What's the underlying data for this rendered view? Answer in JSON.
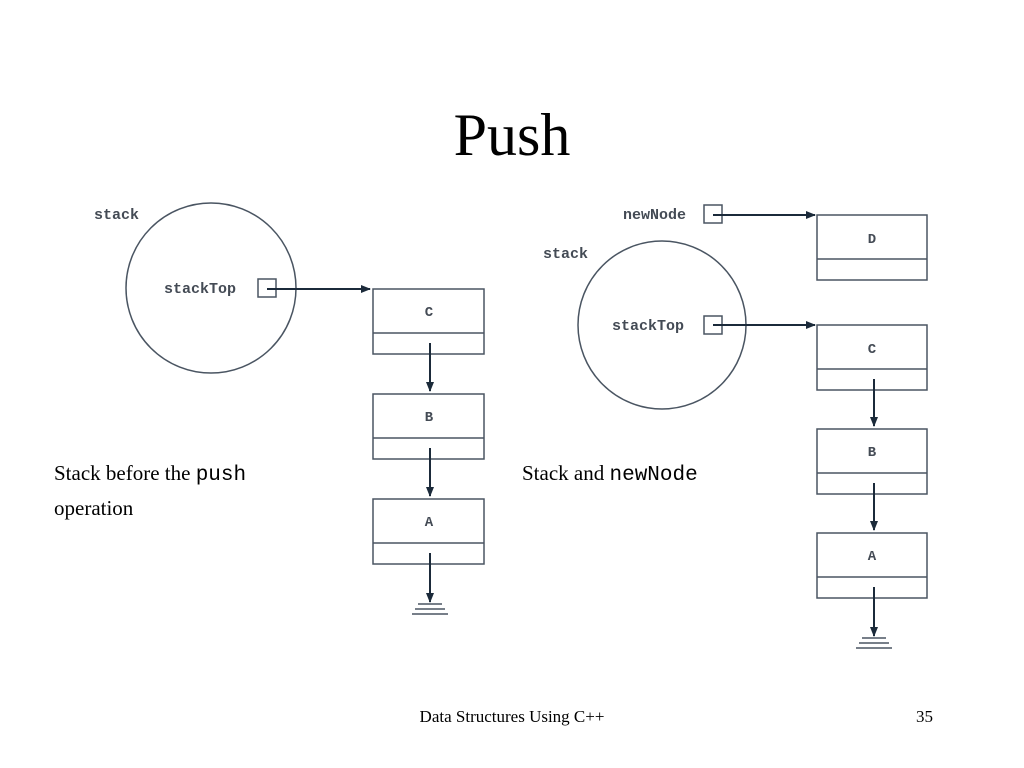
{
  "slide": {
    "title": "Push",
    "footer_text": "Data Structures Using C++",
    "page_number": "35"
  },
  "left_figure": {
    "container_label": "stack",
    "pointer_label": "stackTop",
    "nodes": [
      "C",
      "B",
      "A"
    ],
    "caption_text": "Stack before the ",
    "caption_code": "push",
    "caption_line2": "operation"
  },
  "right_figure": {
    "new_pointer_label": "newNode",
    "new_node": "D",
    "container_label": "stack",
    "pointer_label": "stackTop",
    "nodes": [
      "C",
      "B",
      "A"
    ],
    "caption_text": "Stack and ",
    "caption_code": "newNode"
  },
  "colors": {
    "line": "#4a5562",
    "arrow": "#1b2a3a",
    "label": "#444b55"
  }
}
